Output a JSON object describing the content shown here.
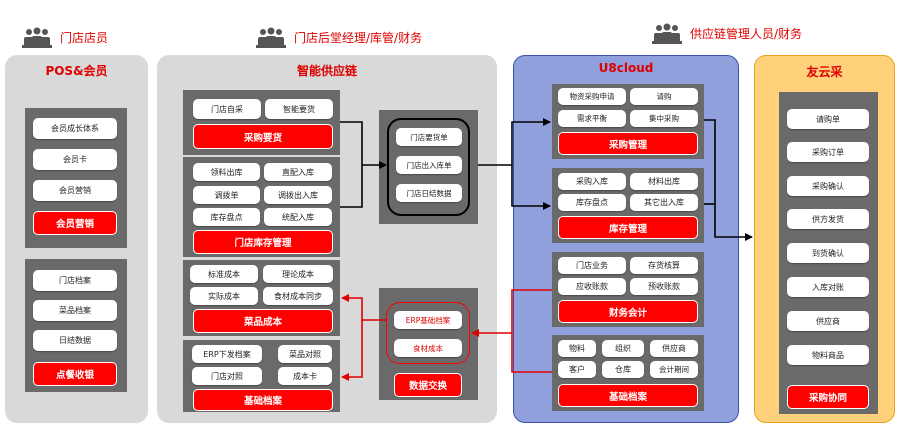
{
  "roles": {
    "store_staff": "门店店员",
    "store_manager": "门店后堂经理/库管/财务",
    "supply_manager": "供应链管理人员/财务"
  },
  "panels": {
    "pos": {
      "title": "POS&会员",
      "membership": {
        "items": [
          "会员成长体系",
          "会员卡",
          "会员营销"
        ],
        "main": "会员营销"
      },
      "ordering": {
        "items": [
          "门店档案",
          "菜品档案",
          "日结数据"
        ],
        "main": "点餐收银"
      }
    },
    "smart_supply": {
      "title": "智能供应链",
      "purchase": {
        "items": [
          "门店自采",
          "智能要货"
        ],
        "main": "采购要货"
      },
      "inventory": {
        "items": [
          "领料出库",
          "直配入库",
          "调拨单",
          "调拨出入库",
          "库存盘点",
          "统配入库"
        ],
        "main": "门店库存管理"
      },
      "dish_cost": {
        "items": [
          "标准成本",
          "理论成本",
          "实际成本",
          "食材成本同步"
        ],
        "main": "菜品成本"
      },
      "base_archive": {
        "items": [
          "ERP下发档案",
          "菜品对照",
          "门店对照",
          "成本卡"
        ],
        "main": "基础档案"
      },
      "hub": {
        "items": [
          "门店要货单",
          "门店出入库单",
          "门店日结数据"
        ]
      },
      "data_exchange": {
        "items": [
          "ERP基础档案",
          "食材成本"
        ],
        "main": "数据交换"
      }
    },
    "u8cloud": {
      "title": "U8cloud",
      "purchase_mgmt": {
        "items": [
          "物资采购申请",
          "请购",
          "需求平衡",
          "集中采购"
        ],
        "main": "采购管理"
      },
      "inventory_mgmt": {
        "items": [
          "采购入库",
          "材料出库",
          "库存盘点",
          "其它出入库"
        ],
        "main": "库存管理"
      },
      "finance": {
        "items": [
          "门店业务",
          "存货核算",
          "应收账款",
          "预收账款"
        ],
        "main": "财务会计"
      },
      "base_archive": {
        "items": [
          "物料",
          "组织",
          "供应商",
          "客户",
          "仓库",
          "会计期间"
        ],
        "main": "基础档案"
      }
    },
    "youyuncai": {
      "title": "友云采",
      "items": [
        "请购单",
        "采购订单",
        "采购确认",
        "供方发货",
        "到货确认",
        "入库对账",
        "供应商",
        "物料商品"
      ],
      "main": "采购协同"
    }
  },
  "colors": {
    "title_red": "#e00000",
    "button_red": "#ff0000",
    "group_gray": "#6a6a6a",
    "panel_gray": "#d9d9d9",
    "u8_blue": "#8fa0dc",
    "youyuncai_orange": "#ffd17a"
  },
  "icons": {
    "role_icon": "people-group-icon",
    "arrow": "arrow-right-icon"
  }
}
